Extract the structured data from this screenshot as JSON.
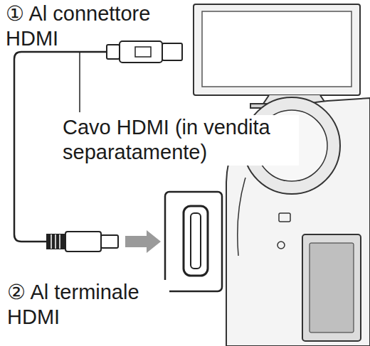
{
  "diagram": {
    "labels": [
      "① Al connettore HDMI",
      "Cavo HDMI (in vendita separatamente)",
      "② Al terminale HDMI"
    ]
  }
}
